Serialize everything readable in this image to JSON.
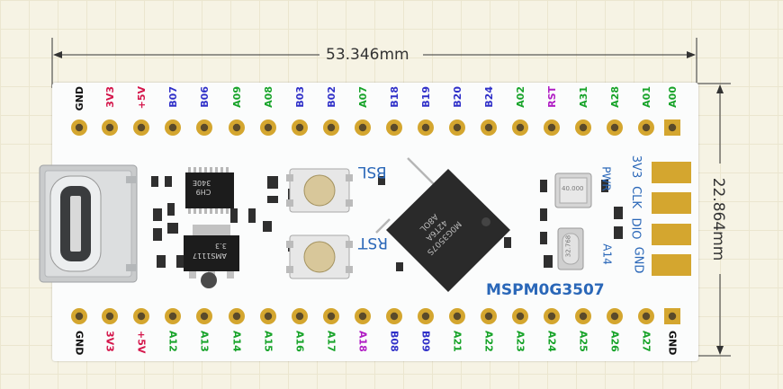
{
  "dimensions": {
    "width": "53.346mm",
    "height": "22.864mm"
  },
  "board_name": "MSPM0G3507",
  "buttons": {
    "bsl": "BSL",
    "rst": "RST"
  },
  "swd_labels": {
    "v33": "3V3",
    "clk": "CLK",
    "dio": "DIO",
    "gnd": "GND"
  },
  "indicators": {
    "pwr": "PWR",
    "a14": "A14"
  },
  "mcu_marking": [
    "M0G3507S",
    "42T6A",
    "A8OL"
  ],
  "ic_markings": {
    "tssop": [
      "CH9",
      "340E"
    ],
    "ldo": [
      "AMS1117",
      "3.3"
    ],
    "crystal_large": "40.000",
    "crystal_small": "32.768"
  },
  "colors": {
    "gnd": "#111111",
    "v33": "#d4154a",
    "v5": "#d4154a",
    "port_b": "#2f2fc8",
    "port_a": "#17a329",
    "rst": "#b01cc4",
    "silk_blue": "#2a67b8"
  },
  "top_pins": [
    {
      "label": "GND",
      "color": "#111111"
    },
    {
      "label": "3V3",
      "color": "#d4154a"
    },
    {
      "label": "+5V",
      "color": "#d4154a"
    },
    {
      "label": "B07",
      "color": "#2f2fc8"
    },
    {
      "label": "B06",
      "color": "#2f2fc8"
    },
    {
      "label": "A09",
      "color": "#17a329"
    },
    {
      "label": "A08",
      "color": "#17a329"
    },
    {
      "label": "B03",
      "color": "#2f2fc8"
    },
    {
      "label": "B02",
      "color": "#2f2fc8"
    },
    {
      "label": "A07",
      "color": "#17a329"
    },
    {
      "label": "B18",
      "color": "#2f2fc8"
    },
    {
      "label": "B19",
      "color": "#2f2fc8"
    },
    {
      "label": "B20",
      "color": "#2f2fc8"
    },
    {
      "label": "B24",
      "color": "#2f2fc8"
    },
    {
      "label": "A02",
      "color": "#17a329"
    },
    {
      "label": "RST",
      "color": "#b01cc4"
    },
    {
      "label": "A31",
      "color": "#17a329"
    },
    {
      "label": "A28",
      "color": "#17a329"
    },
    {
      "label": "A01",
      "color": "#17a329"
    },
    {
      "label": "A00",
      "color": "#17a329"
    }
  ],
  "bottom_pins": [
    {
      "label": "GND",
      "color": "#111111"
    },
    {
      "label": "3V3",
      "color": "#d4154a"
    },
    {
      "label": "+5V",
      "color": "#d4154a"
    },
    {
      "label": "A12",
      "color": "#17a329"
    },
    {
      "label": "A13",
      "color": "#17a329"
    },
    {
      "label": "A14",
      "color": "#17a329"
    },
    {
      "label": "A15",
      "color": "#17a329"
    },
    {
      "label": "A16",
      "color": "#17a329"
    },
    {
      "label": "A17",
      "color": "#17a329"
    },
    {
      "label": "A18",
      "color": "#b01cc4"
    },
    {
      "label": "B08",
      "color": "#2f2fc8"
    },
    {
      "label": "B09",
      "color": "#2f2fc8"
    },
    {
      "label": "A21",
      "color": "#17a329"
    },
    {
      "label": "A22",
      "color": "#17a329"
    },
    {
      "label": "A23",
      "color": "#17a329"
    },
    {
      "label": "A24",
      "color": "#17a329"
    },
    {
      "label": "A25",
      "color": "#17a329"
    },
    {
      "label": "A26",
      "color": "#17a329"
    },
    {
      "label": "A27",
      "color": "#17a329"
    },
    {
      "label": "GND",
      "color": "#111111"
    }
  ]
}
